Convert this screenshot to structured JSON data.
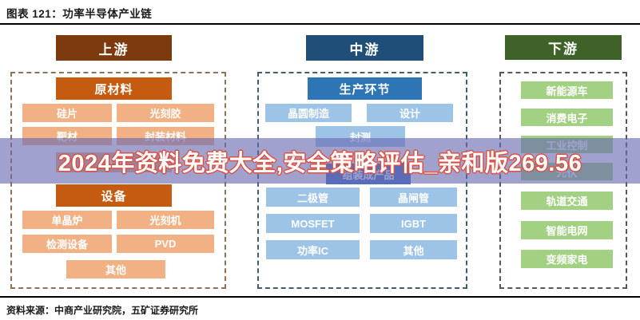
{
  "page": {
    "title": "图表 121：功率半导体产业链",
    "source": "资料来源：中商产业研究院，五矿证券研究所"
  },
  "banner": {
    "text": "2024年资料免费大全,安全策略评估_亲和版269.56"
  },
  "columns": {
    "upstream": {
      "header": "上游",
      "materials": {
        "title": "原材料",
        "rows": [
          [
            "硅片",
            "光刻胶"
          ],
          [
            "靶材",
            "封装材料"
          ]
        ],
        "center": "其他"
      },
      "equipment": {
        "title": "设备",
        "rows": [
          [
            "单晶炉",
            "光刻机"
          ],
          [
            "检测设备",
            "PVD"
          ]
        ],
        "center": "其他"
      }
    },
    "midstream": {
      "header": "中游",
      "section_title": "生产环节",
      "process_row": [
        "晶圆制造",
        "设计"
      ],
      "steps": [
        "封测",
        "组装成产品"
      ],
      "products": [
        [
          "二极管",
          "晶闸管"
        ],
        [
          "MOSFET",
          "IGBT"
        ],
        [
          "功率IC",
          "其他"
        ]
      ]
    },
    "downstream": {
      "header": "下游",
      "items": [
        "新能源车",
        "消费电子",
        "工业控制",
        "光伏",
        "轨道交通",
        "智能电网",
        "变频家电"
      ]
    }
  },
  "colors": {
    "upstream_header": "#7e3a0f",
    "upstream_section": "#c55a11",
    "upstream_item": "#f2b184",
    "midstream_header": "#1f4e79",
    "midstream_section": "#2e75b6",
    "midstream_item": "#9dc3e6",
    "midstream_assembly": "#4472c4",
    "downstream_header": "#3f6228",
    "downstream_item": "#a3d183",
    "banner_background": "#6868b0",
    "banner_text": "#ffffff",
    "banner_text_outline": "#dd4f41"
  }
}
